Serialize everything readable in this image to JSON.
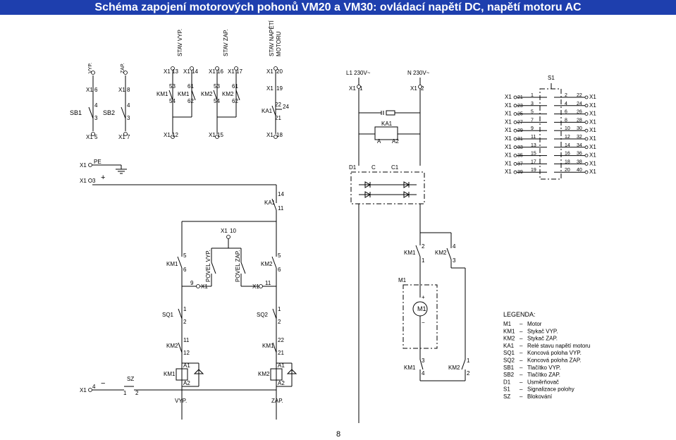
{
  "title": "Schéma zapojení motorových pohonů VM20 a VM30: ovládací napětí DC, napětí motoru AC",
  "page_number": "8",
  "colors": {
    "title_bar": "#1e3fae",
    "title_text": "#ffffff",
    "lines": "#000000"
  },
  "labels": {
    "x1": "X1",
    "x1_6": "6",
    "x1_5": "5",
    "x1_8": "8",
    "x1_7": "7",
    "t13": "13",
    "t14": "14",
    "t16": "16",
    "t17": "17",
    "t20": "20",
    "t19": "19",
    "t12": "12",
    "t15": "15",
    "t18": "18",
    "vyp": "VYP.",
    "zap": "ZAP.",
    "stav_vyp": "STAV VYP.",
    "stav_zap": "STAV ZAP.",
    "stav_napeti": "STAV NAPĚTÍ",
    "motoru": "MOTORU",
    "sb1": "SB1",
    "sb2": "SB2",
    "n3": "3",
    "n4": "4",
    "km1": "KM1",
    "km2": "KM2",
    "ka1": "KA1",
    "n53": "53",
    "n61": "61",
    "n54": "54",
    "n62": "62",
    "n22": "22",
    "n24": "24",
    "n21": "21",
    "pe": "PE",
    "plus": "+",
    "minus": "−",
    "n14": "14",
    "n11": "11",
    "n10": "10",
    "n9": "9",
    "n5": "5",
    "n6": "6",
    "n1": "1",
    "n2": "2",
    "n12": "12",
    "n3b": "3",
    "povel_vyp": "POVEL VYP.",
    "povel_zap": "POVEL ZAP.",
    "sq1": "SQ1",
    "sq2": "SQ2",
    "a1": "A1",
    "a2": "A2",
    "sz": "SZ",
    "l1": "L1 230V~",
    "n230": "N 230V~",
    "d1": "D1",
    "c": "C",
    "c1": "C1",
    "a": "A",
    "m1": "M1",
    "s1": "S1"
  },
  "s1_rows": [
    {
      "x1l": "21",
      "in": "1",
      "out": "2",
      "x1r": "22"
    },
    {
      "x1l": "23",
      "in": "3",
      "out": "4",
      "x1r": "24"
    },
    {
      "x1l": "25",
      "in": "5",
      "out": "6",
      "x1r": "26"
    },
    {
      "x1l": "27",
      "in": "7",
      "out": "8",
      "x1r": "28"
    },
    {
      "x1l": "29",
      "in": "9",
      "out": "10",
      "x1r": "30"
    },
    {
      "x1l": "31",
      "in": "11",
      "out": "12",
      "x1r": "32"
    },
    {
      "x1l": "33",
      "in": "13",
      "out": "14",
      "x1r": "34"
    },
    {
      "x1l": "35",
      "in": "15",
      "out": "16",
      "x1r": "36"
    },
    {
      "x1l": "37",
      "in": "17",
      "out": "18",
      "x1r": "38"
    },
    {
      "x1l": "39",
      "in": "19",
      "out": "20",
      "x1r": "40"
    }
  ],
  "legend": {
    "heading": "LEGENDA:",
    "items": [
      {
        "code": "M1",
        "text": "Motor"
      },
      {
        "code": "KM1",
        "text": "Stykač VYP."
      },
      {
        "code": "KM2",
        "text": "Stykač ZAP."
      },
      {
        "code": "KA1",
        "text": "Relé stavu napětí motoru"
      },
      {
        "code": "SQ1",
        "text": "Koncová poloha VYP."
      },
      {
        "code": "SQ2",
        "text": "Koncová poloha ZAP."
      },
      {
        "code": "SB1",
        "text": "Tlačítko VYP."
      },
      {
        "code": "SB2",
        "text": "Tlačítko ZAP."
      },
      {
        "code": "D1",
        "text": "Usměrňovač"
      },
      {
        "code": "S1",
        "text": "Signalizace polohy"
      },
      {
        "code": "SZ",
        "text": "Blokování"
      }
    ]
  }
}
